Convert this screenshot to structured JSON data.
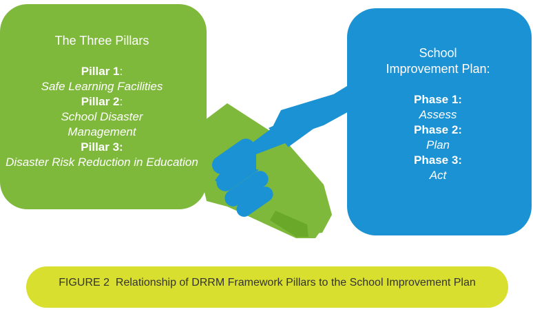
{
  "colors": {
    "green": "#7fb93c",
    "blue": "#1a92d4",
    "caption_bg": "#d8df2e",
    "text_light": "#ffffff",
    "text_dark": "#333333"
  },
  "left_box": {
    "title": "The Three Pillars",
    "items": [
      {
        "label": "Pillar 1",
        "suffix": ":",
        "desc": "Safe Learning Facilities"
      },
      {
        "label": "Pillar 2",
        "suffix": ":",
        "desc": "School Disaster Management"
      },
      {
        "label": "Pillar 3:",
        "suffix": "",
        "desc": "Disaster Risk Reduction in Education"
      }
    ]
  },
  "right_box": {
    "title": "School Improvement Plan:",
    "items": [
      {
        "label": "Phase 1:",
        "desc": "Assess"
      },
      {
        "label": "Phase 2:",
        "desc": "Plan"
      },
      {
        "label": "Phase 3:",
        "desc": "Act"
      }
    ]
  },
  "caption": {
    "figure_label": "FIGURE 2",
    "text": "Relationship of DRRM Framework Pillars to the School Improvement Plan"
  }
}
